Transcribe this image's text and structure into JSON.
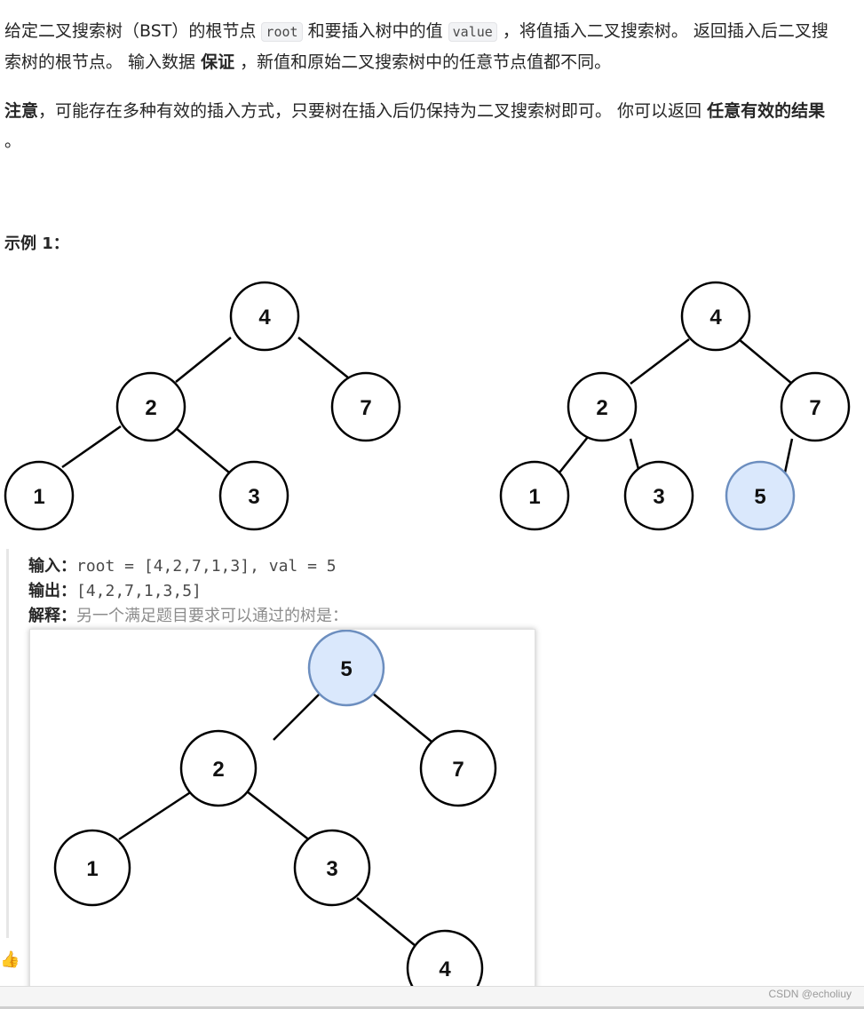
{
  "problem": {
    "p1": {
      "t1": "给定二叉搜索树（BST）的根节点 ",
      "code_root": "root",
      "t2": " 和要插入树中的值 ",
      "code_value": "value",
      "t3": " ，将值插入二叉搜索树。 返回插入后二叉搜索树的根节点。 输入数据 ",
      "bold1": "保证",
      "t4": " ，新值和原始二叉搜索树中的任意节点值都不同。"
    },
    "p2": {
      "bold1": "注意",
      "t1": "，可能存在多种有效的插入方式，只要树在插入后仍保持为二叉搜索树即可。 你可以返回 ",
      "bold2": "任意有效的结果",
      "t2": " 。"
    }
  },
  "example": {
    "title": "示例 1：",
    "input_label": "输入：",
    "input_value": "root = [4,2,7,1,3], val = 5",
    "output_label": "输出：",
    "output_value": "[4,2,7,1,3,5]",
    "explain_label": "解释：",
    "explain_text": "另一个满足题目要求可以通过的树是："
  },
  "trees": {
    "original": [
      "4",
      "2",
      "7",
      "1",
      "3"
    ],
    "inserted": [
      "4",
      "2",
      "7",
      "1",
      "3",
      "5"
    ],
    "alternative": [
      "5",
      "2",
      "7",
      "1",
      "3",
      "4"
    ],
    "highlight_color": "#dae8fc",
    "highlight_stroke": "#6c8ebf"
  },
  "footer": {
    "watermark": "CSDN @echoliuy",
    "like_icon": "thumbs-up-icon"
  }
}
